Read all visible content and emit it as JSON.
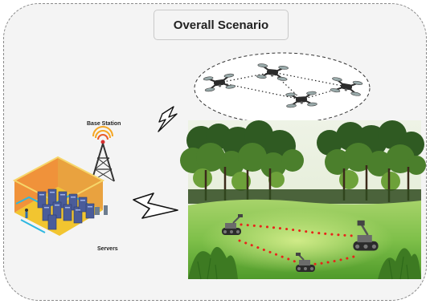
{
  "diagram": {
    "title": "Overall Scenario",
    "base_station_label": "Base Station",
    "servers_label": "Servers"
  },
  "colors": {
    "frame_border": "#8a8a8a",
    "background": "#f4f4f4",
    "robot_path": "#e8231a",
    "server_room_floor": "#f2c530",
    "server_room_wall": "#f0923a",
    "server_rack": "#4a5c9a",
    "antenna_signal": "#f5a623"
  },
  "icons": [
    "drone-icon",
    "lightning-icon",
    "antenna-icon",
    "server-room-icon",
    "ground-robot-icon",
    "forest-scene"
  ]
}
